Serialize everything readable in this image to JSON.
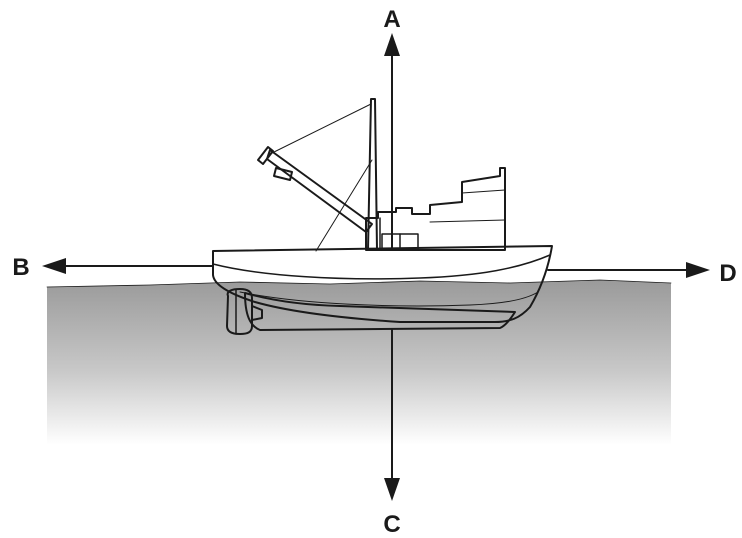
{
  "labels": {
    "a": "A",
    "b": "B",
    "c": "C",
    "d": "D"
  },
  "colors": {
    "ink": "#1a1a1a",
    "water_top": "#9c9c9c",
    "water_bottom": "#ffffff",
    "hull": "#ffffff"
  },
  "icons": {
    "boat": "fishing-boat-icon",
    "arrows": "force-arrow-icon"
  }
}
